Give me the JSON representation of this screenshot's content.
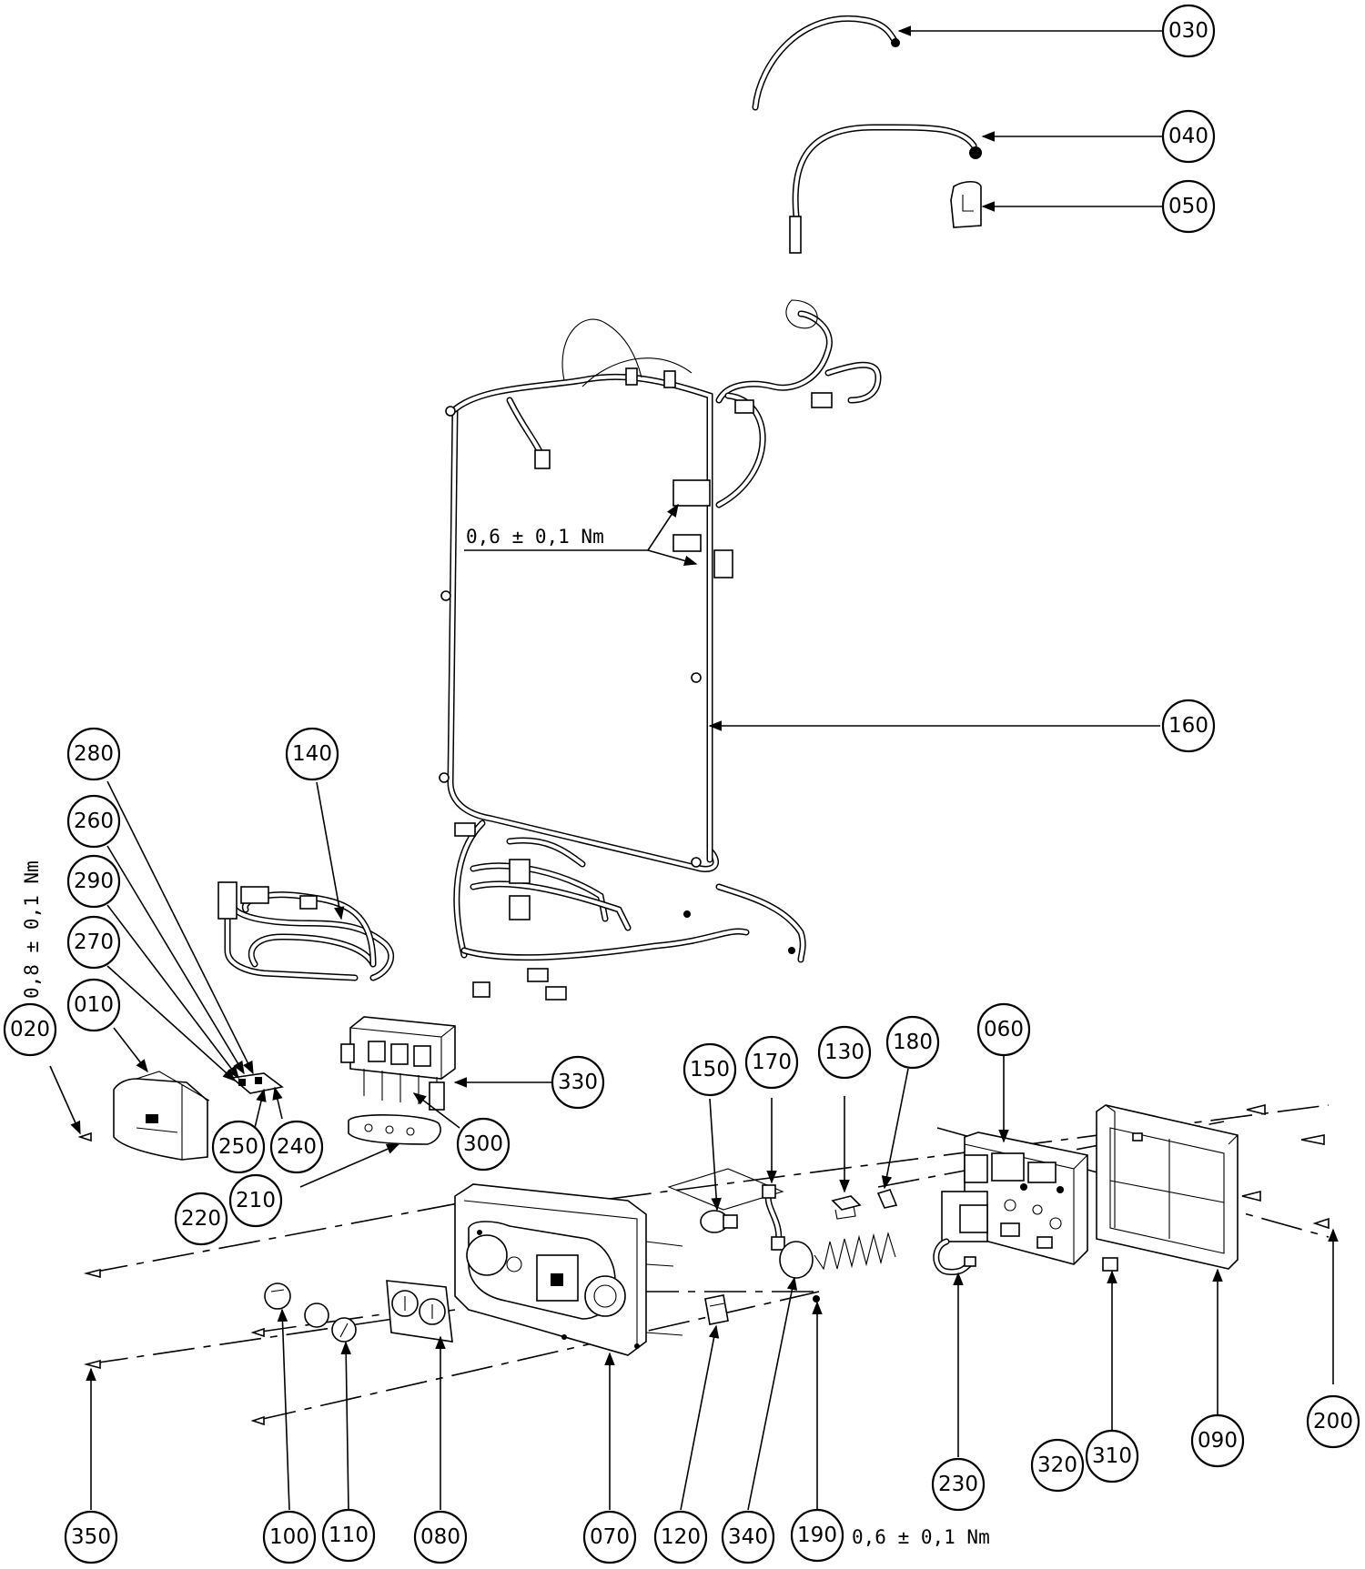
{
  "callouts": [
    {
      "label": "030"
    },
    {
      "label": "040"
    },
    {
      "label": "050"
    },
    {
      "label": "160"
    },
    {
      "label": "280"
    },
    {
      "label": "140"
    },
    {
      "label": "260"
    },
    {
      "label": "290"
    },
    {
      "label": "270"
    },
    {
      "label": "010"
    },
    {
      "label": "020"
    },
    {
      "label": "330"
    },
    {
      "label": "250"
    },
    {
      "label": "240"
    },
    {
      "label": "300"
    },
    {
      "label": "210"
    },
    {
      "label": "220"
    },
    {
      "label": "150"
    },
    {
      "label": "170"
    },
    {
      "label": "130"
    },
    {
      "label": "180"
    },
    {
      "label": "060"
    },
    {
      "label": "230"
    },
    {
      "label": "320"
    },
    {
      "label": "310"
    },
    {
      "label": "090"
    },
    {
      "label": "200"
    },
    {
      "label": "350"
    },
    {
      "label": "100"
    },
    {
      "label": "110"
    },
    {
      "label": "080"
    },
    {
      "label": "070"
    },
    {
      "label": "120"
    },
    {
      "label": "340"
    },
    {
      "label": "190"
    }
  ],
  "torque": {
    "harness": "0,6 ± 0,1 Nm",
    "vertical": "0,8 ± 0,1 Nm",
    "bottom": "0,6 ± 0,1 Nm"
  }
}
